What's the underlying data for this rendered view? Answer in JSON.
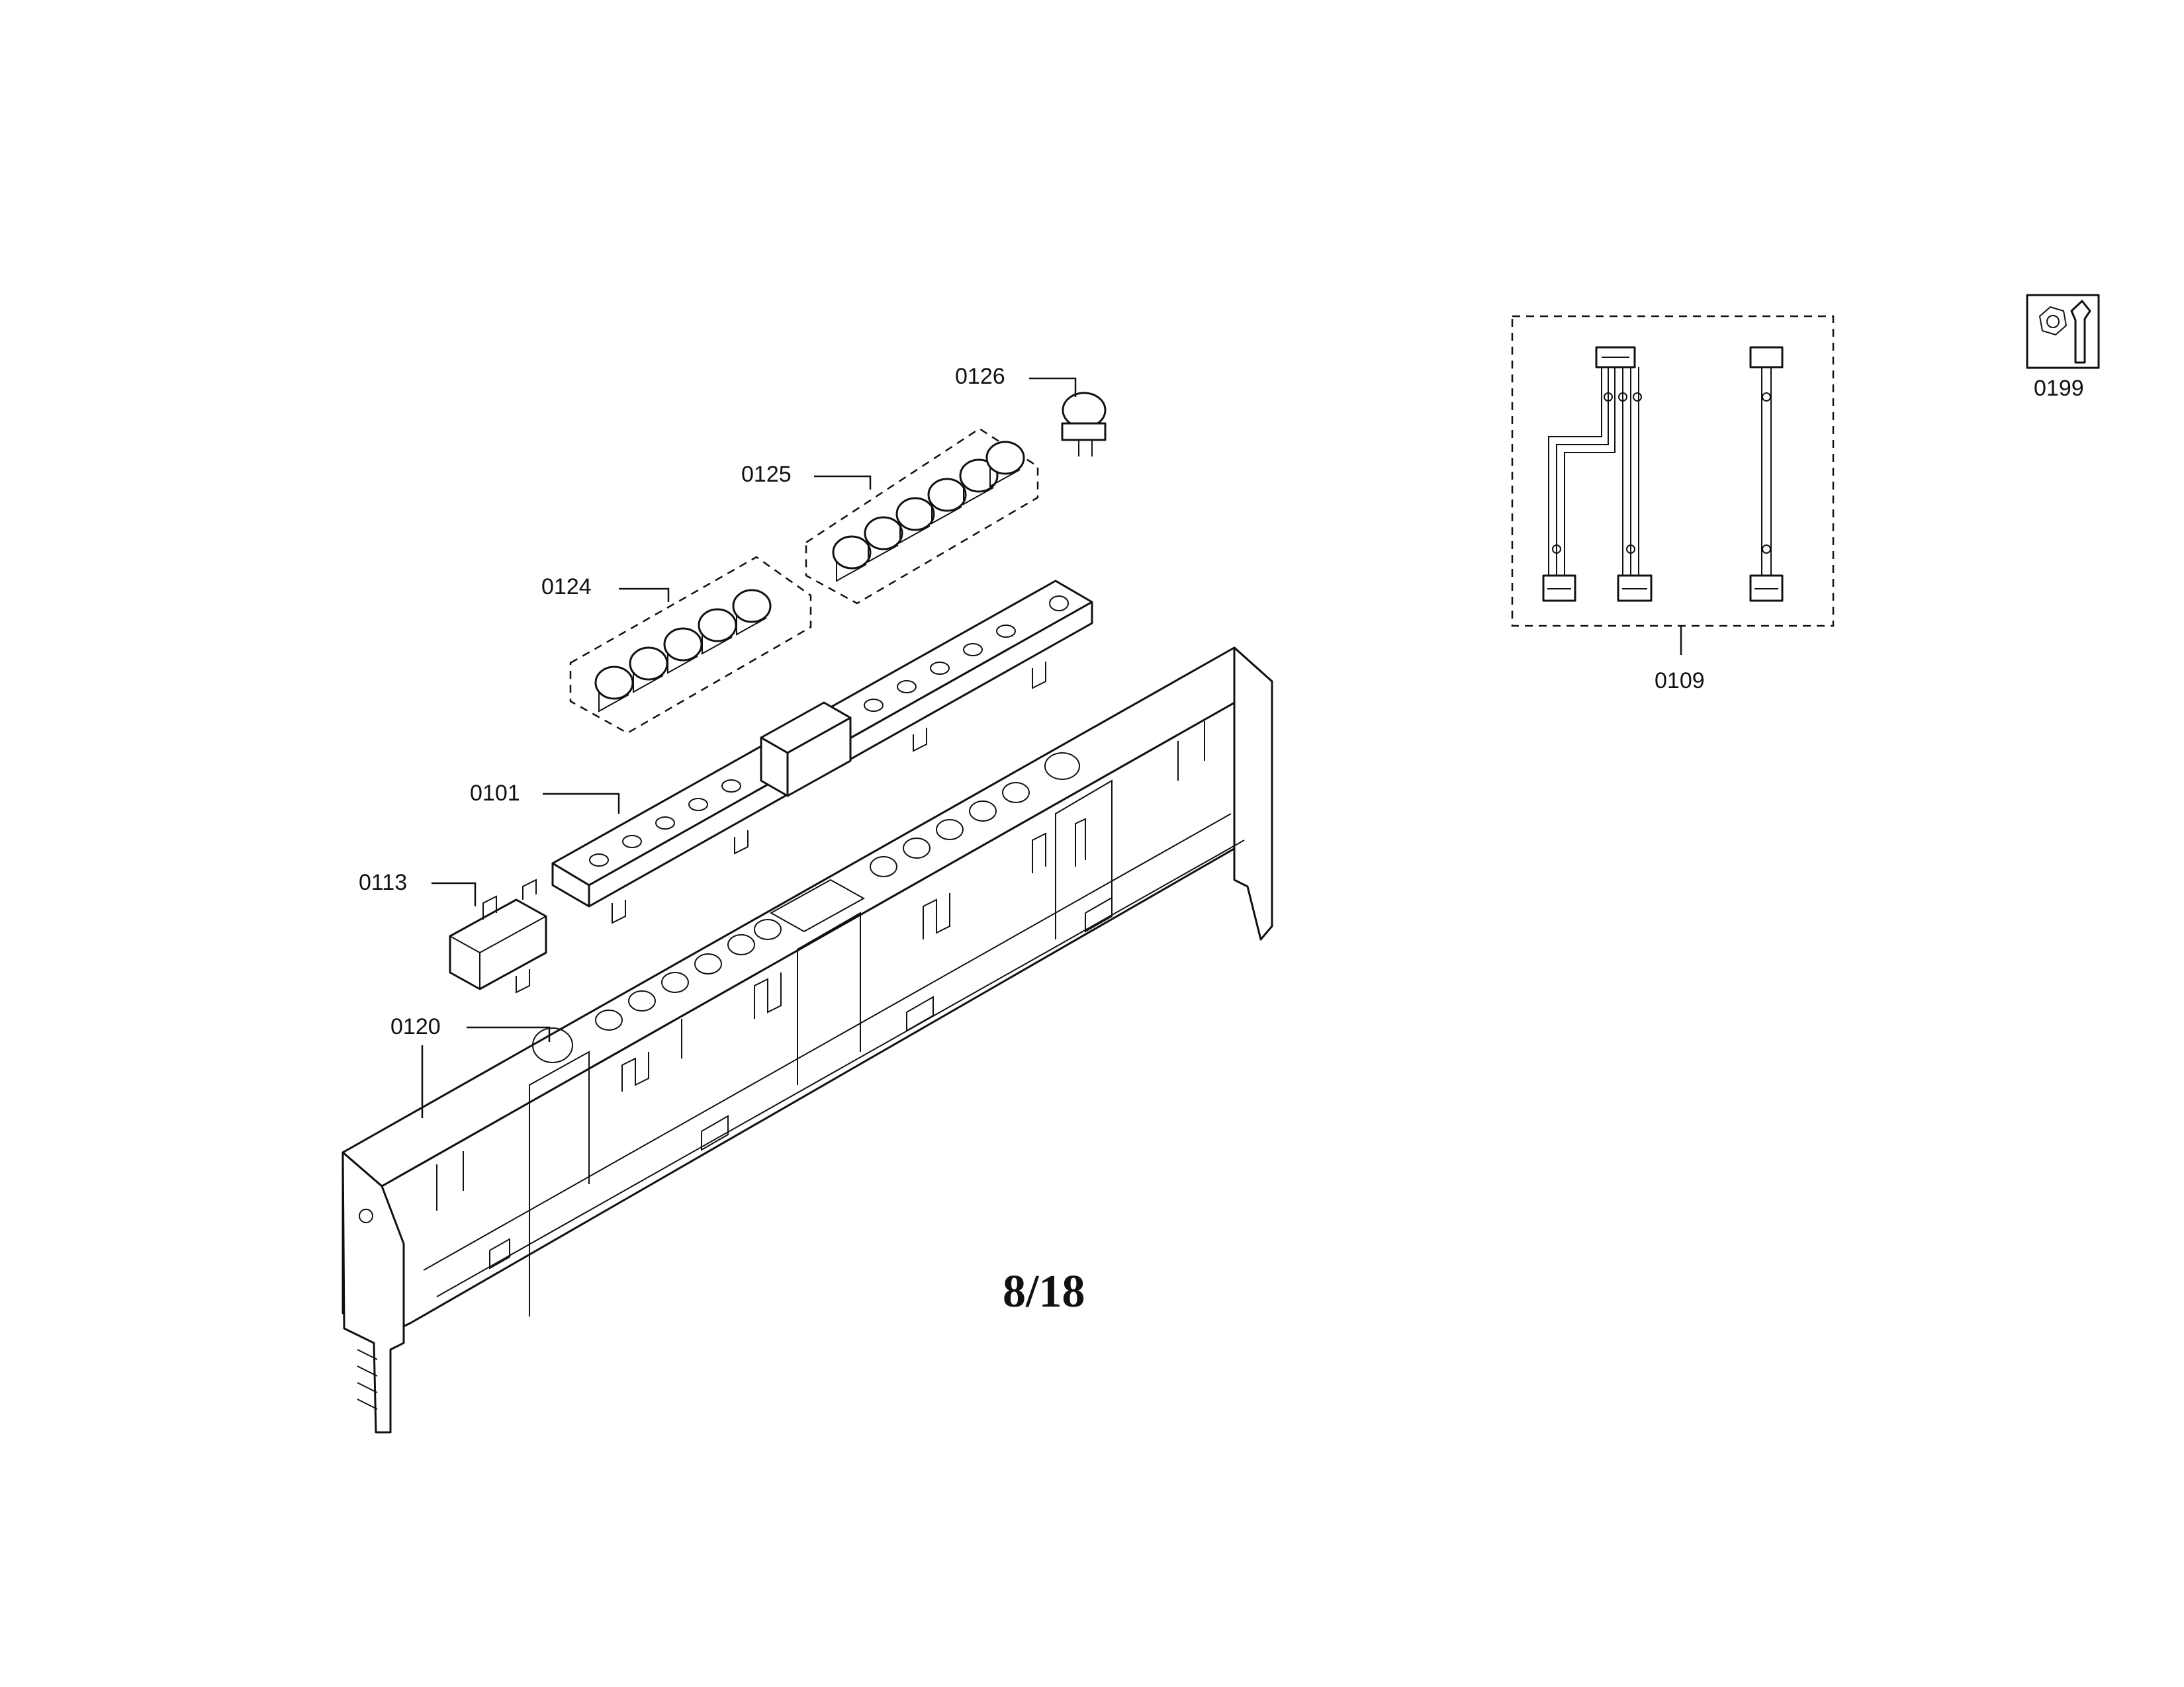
{
  "page_label": "8/18",
  "callouts": {
    "c0101": "0101",
    "c0109": "0109",
    "c0113": "0113",
    "c0120": "0120",
    "c0124": "0124",
    "c0125": "0125",
    "c0126": "0126",
    "c0199": "0199"
  },
  "icons": {
    "service_kit": "nut-wrench-icon"
  }
}
